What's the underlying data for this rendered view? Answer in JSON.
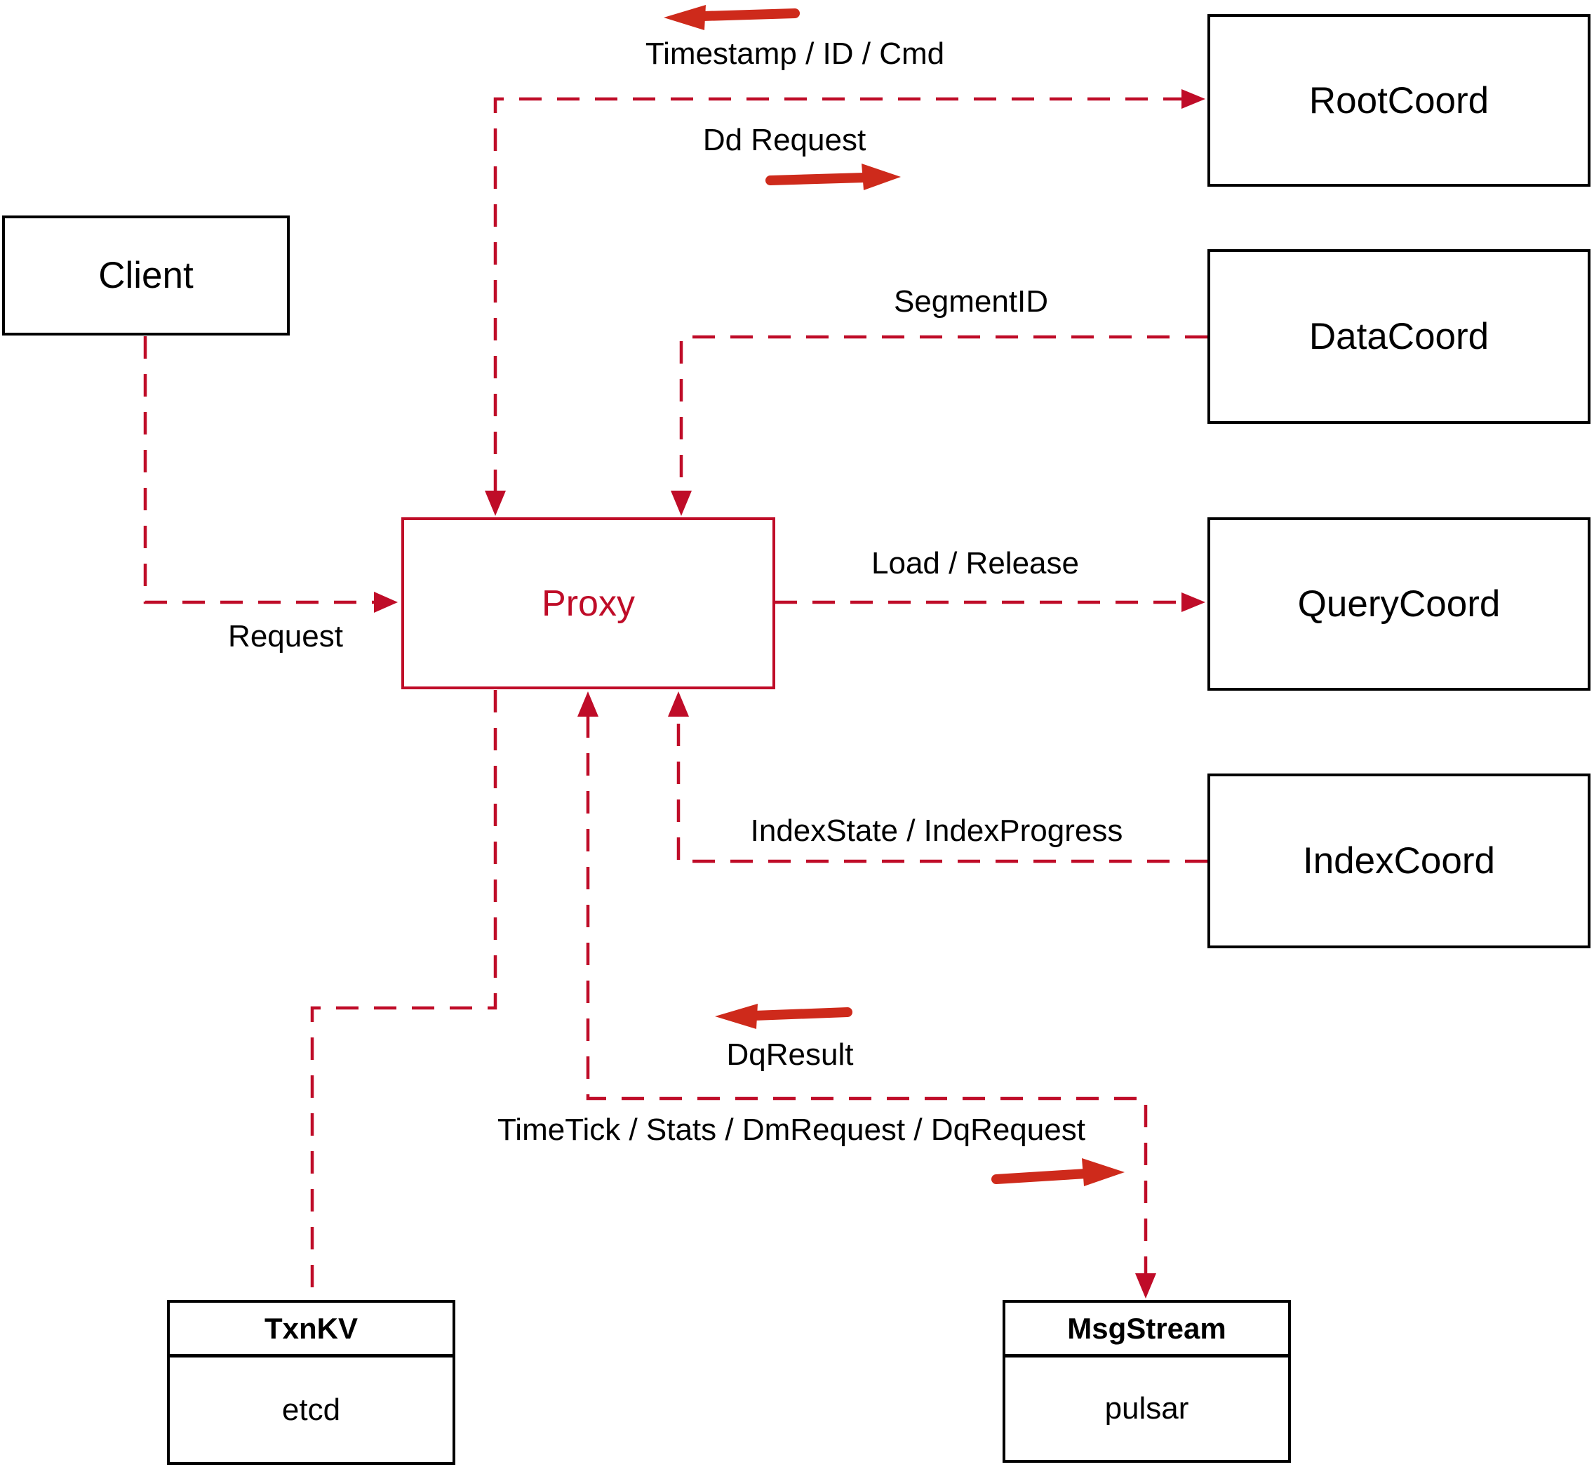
{
  "diagram": {
    "nodes": {
      "client": {
        "label": "Client"
      },
      "root_coord": {
        "label": "RootCoord"
      },
      "data_coord": {
        "label": "DataCoord"
      },
      "query_coord": {
        "label": "QueryCoord"
      },
      "index_coord": {
        "label": "IndexCoord"
      },
      "proxy": {
        "label": "Proxy"
      },
      "txn_kv": {
        "title": "TxnKV",
        "impl": "etcd"
      },
      "msg_stream": {
        "title": "MsgStream",
        "impl": "pulsar"
      }
    },
    "edge_labels": {
      "timestamp_id_cmd": "Timestamp / ID / Cmd",
      "dd_request": "Dd Request",
      "segment_id": "SegmentID",
      "request": "Request",
      "load_release": "Load / Release",
      "index_state_progress": "IndexState / IndexProgress",
      "dq_result": "DqResult",
      "timetick_stats": "TimeTick / Stats / DmRequest / DqRequest"
    },
    "colors": {
      "dashed_line": "#bf0c28",
      "solid_arrow": "#ce2a1b",
      "box_border": "#000000",
      "label_text": "#000000",
      "background": "#ffffff"
    }
  }
}
